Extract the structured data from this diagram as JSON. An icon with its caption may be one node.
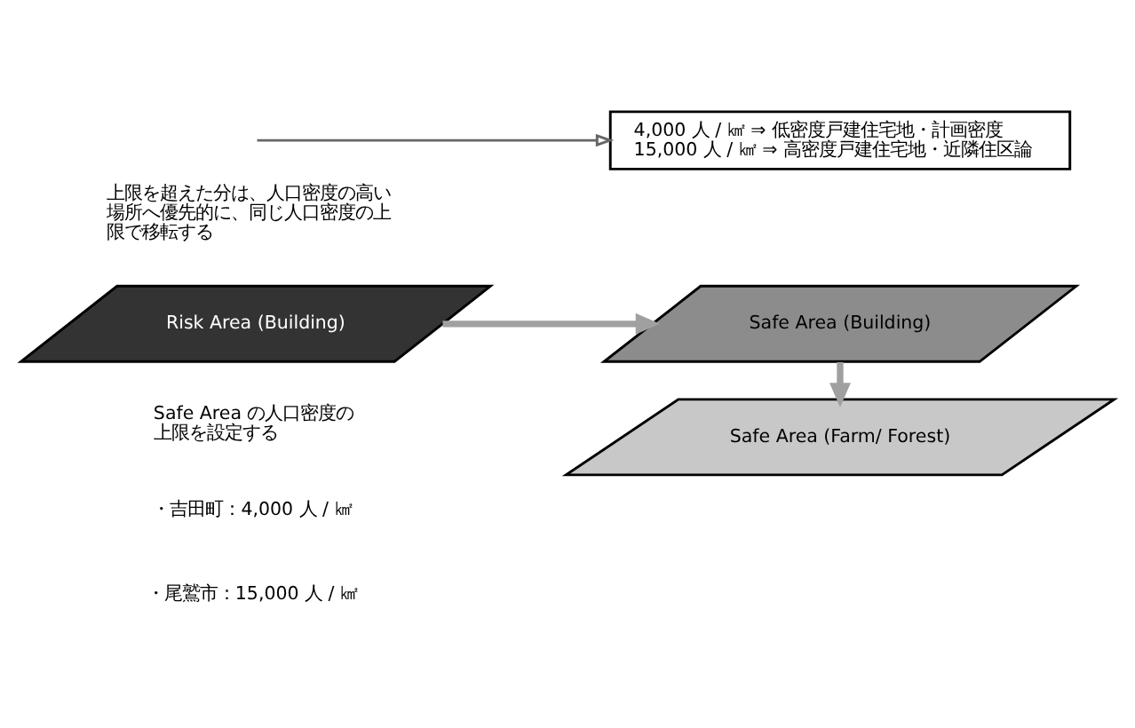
{
  "diagram": {
    "nodes": [
      {
        "text": [
          "Risk Area (Building)"
        ]
      },
      {
        "text": [
          "Safe Area (Farm/ Forest)"
        ]
      },
      {
        "text": [
          "Safe Area (Building)"
        ]
      },
      {
        "text": [
          "4,000 人 / ㎢ ⇒ 低密度戸建住宅地・計画密度",
          "15,000 人 / ㎢ ⇒ 高密度戸建住宅地・近隣住区論"
        ]
      }
    ],
    "edges": [
      {
        "from": 0,
        "to": 2,
        "arrow": "to"
      },
      {
        "from": 2,
        "to": 1,
        "arrow": "to"
      },
      {
        "from": null,
        "to": 3,
        "arrow": "to",
        "color": "#666666"
      }
    ],
    "labels": [
      "上限を超えた分は、人口密度の高い場所へ優先的に、同じ人口密度の上限で移転する",
      "Safe Area の人口密度の上限を設定する",
      "・吉田町：4,000 人 / ㎢",
      "・尾鷲市：15,000 人 / ㎢"
    ]
  }
}
